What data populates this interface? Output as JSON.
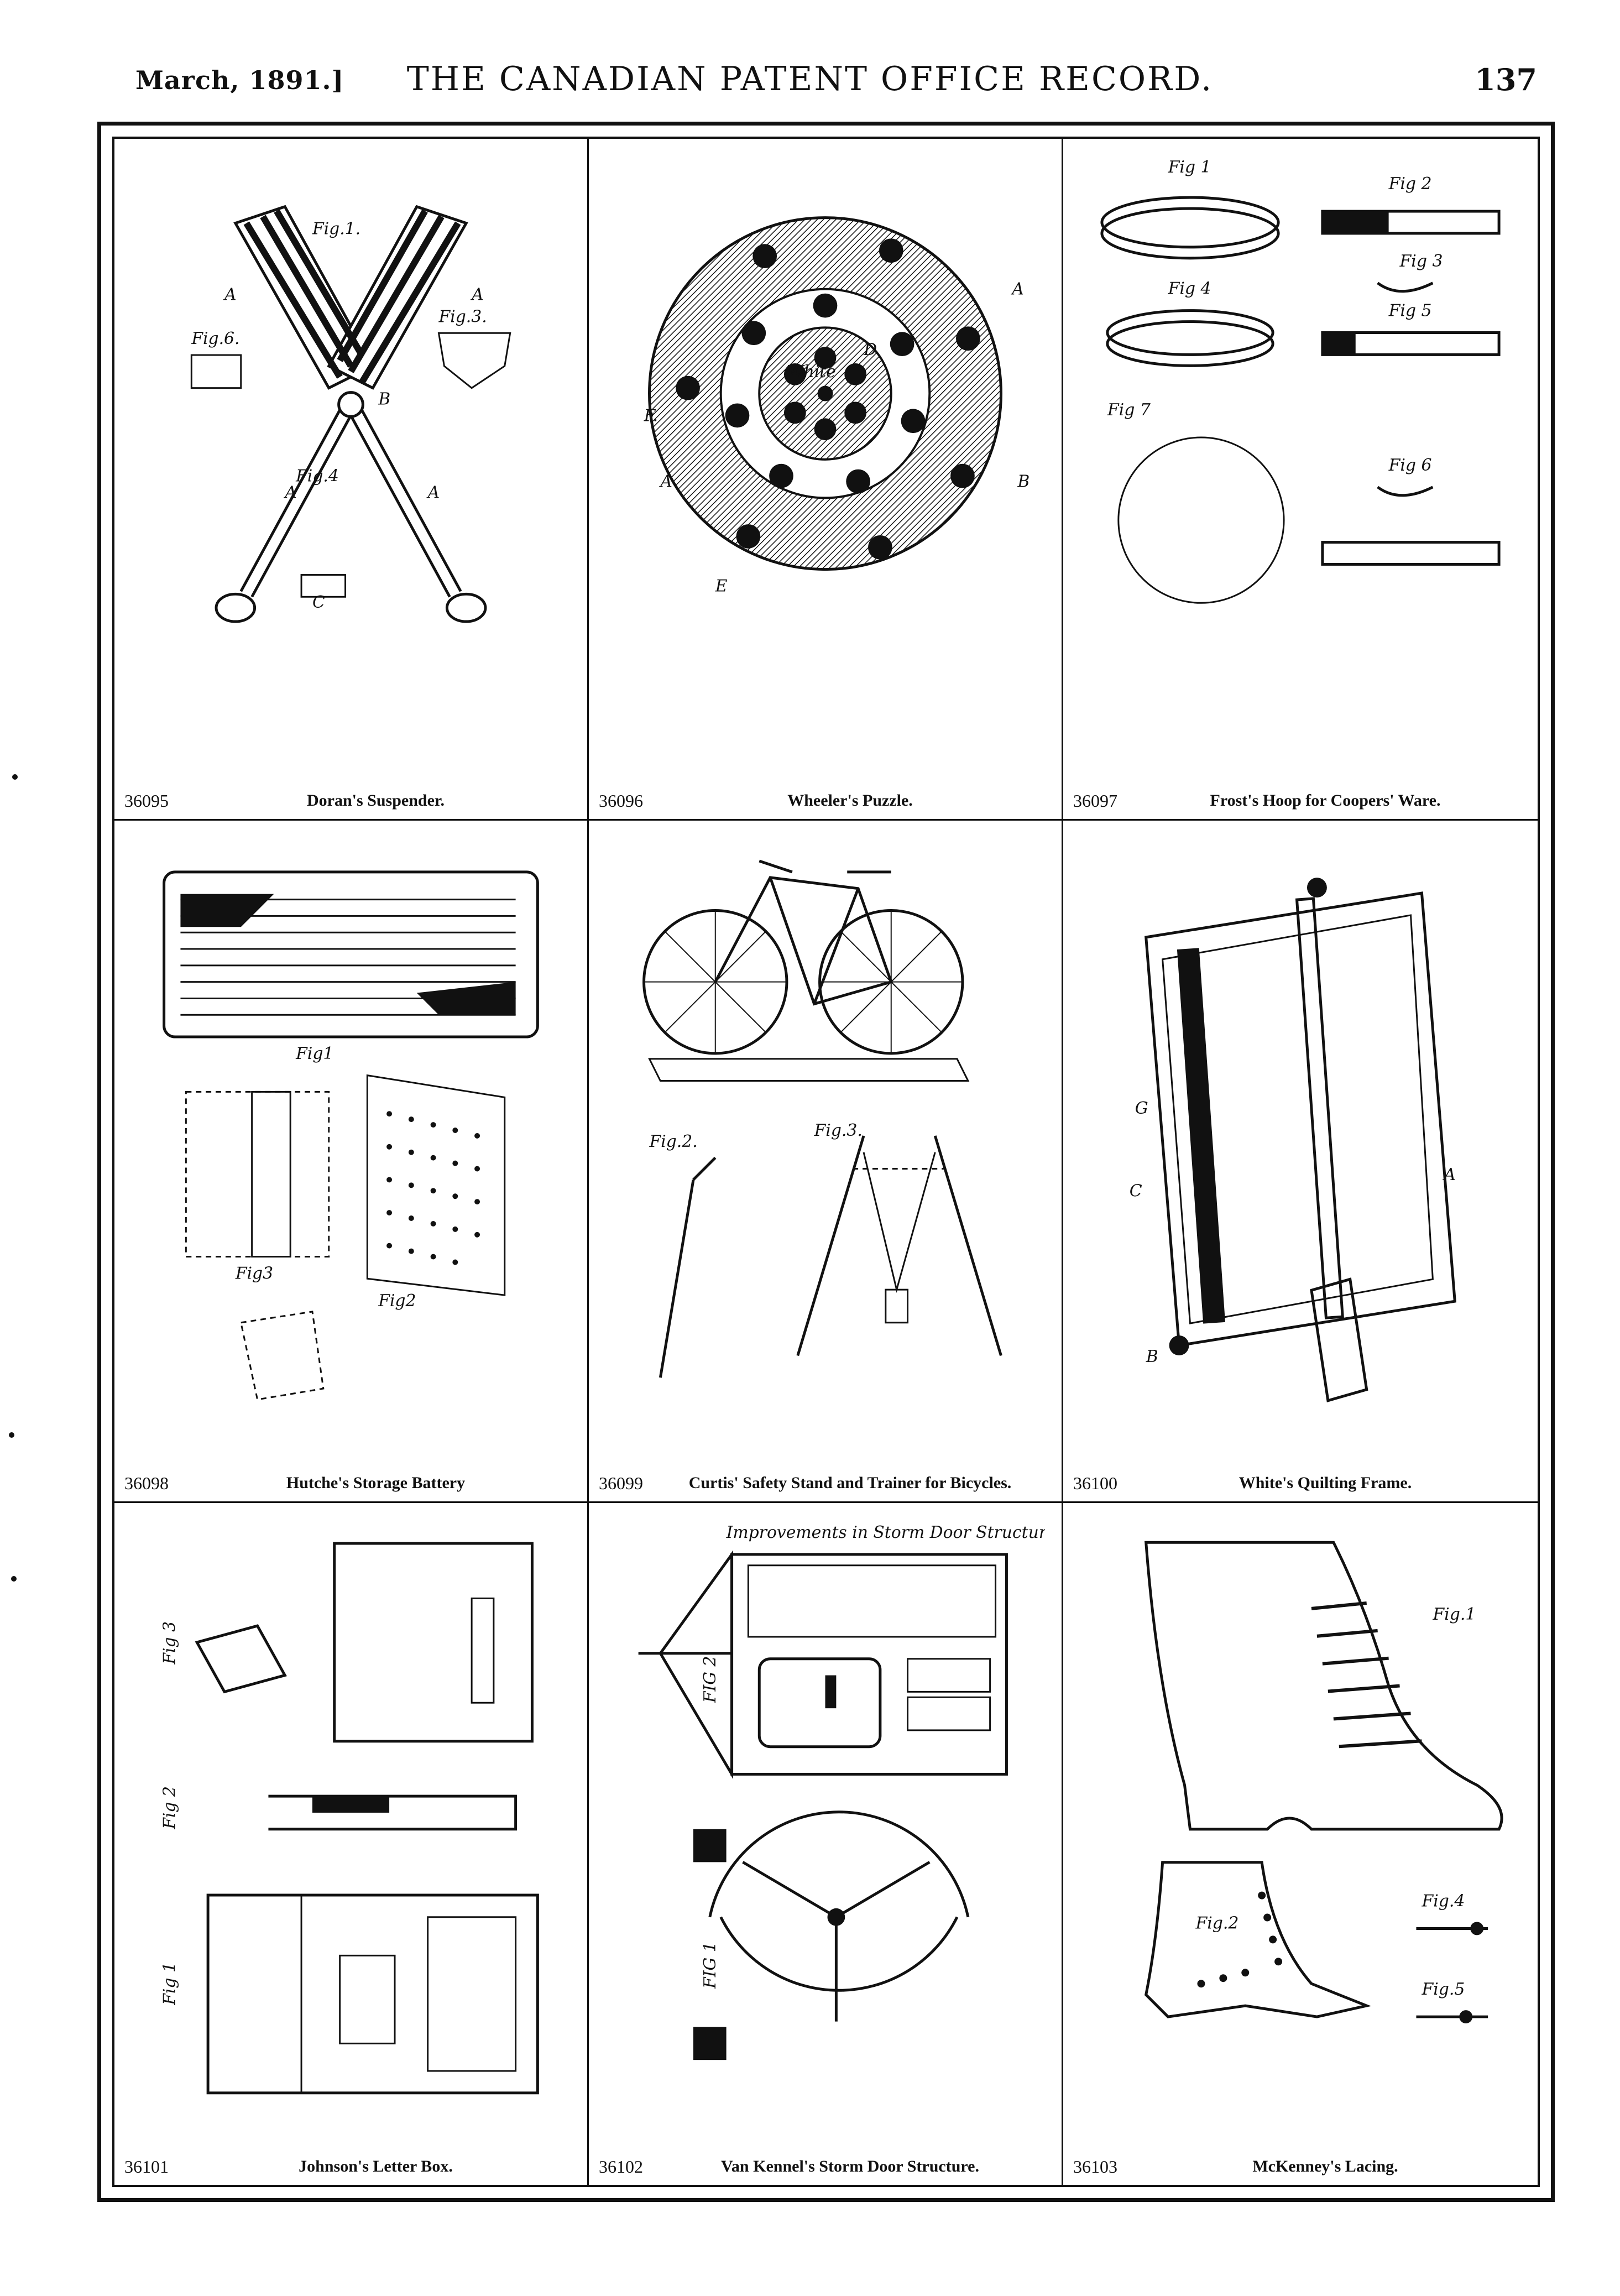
{
  "header": {
    "date": "March, 1891.]",
    "title": "THE CANADIAN PATENT OFFICE RECORD.",
    "page_number": "137"
  },
  "cells": [
    {
      "number": "36095",
      "name": "Doran's Suspender.",
      "fig_labels": [
        "Fig.1",
        "Fig.3",
        "Fig.6.",
        "Fig.4",
        "A",
        "B",
        "C"
      ]
    },
    {
      "number": "36096",
      "name": "Wheeler's Puzzle.",
      "fig_labels": [
        "A",
        "B",
        "D",
        "E",
        "F",
        "White"
      ]
    },
    {
      "number": "36097",
      "name": "Frost's Hoop for Coopers' Ware.",
      "fig_labels": [
        "Fig 1",
        "Fig 2",
        "Fig 3",
        "Fig 4",
        "Fig 5",
        "Fig 6",
        "Fig 7"
      ]
    },
    {
      "number": "36098",
      "name": "Hutche's Storage Battery",
      "fig_labels": [
        "Fig1",
        "Fig3",
        "Fig2"
      ]
    },
    {
      "number": "36099",
      "name": "Curtis' Safety Stand and Trainer for Bicycles.",
      "fig_labels": [
        "Fig.2.",
        "Fig.3."
      ]
    },
    {
      "number": "36100",
      "name": "White's Quilting Frame.",
      "fig_labels": [
        "A",
        "B",
        "C",
        "G"
      ]
    },
    {
      "number": "36101",
      "name": "Johnson's Letter Box.",
      "fig_labels": [
        "Fig 1",
        "Fig 2",
        "Fig 3"
      ]
    },
    {
      "number": "36102",
      "name": "Van Kennel's Storm Door Structure.",
      "fig_labels": [
        "Improvements in Storm Door Structure",
        "FIG 1",
        "FIG 2"
      ]
    },
    {
      "number": "36103",
      "name": "McKenney's Lacing.",
      "fig_labels": [
        "Fig.1",
        "Fig.2",
        "Fig.4",
        "Fig.5"
      ]
    }
  ]
}
